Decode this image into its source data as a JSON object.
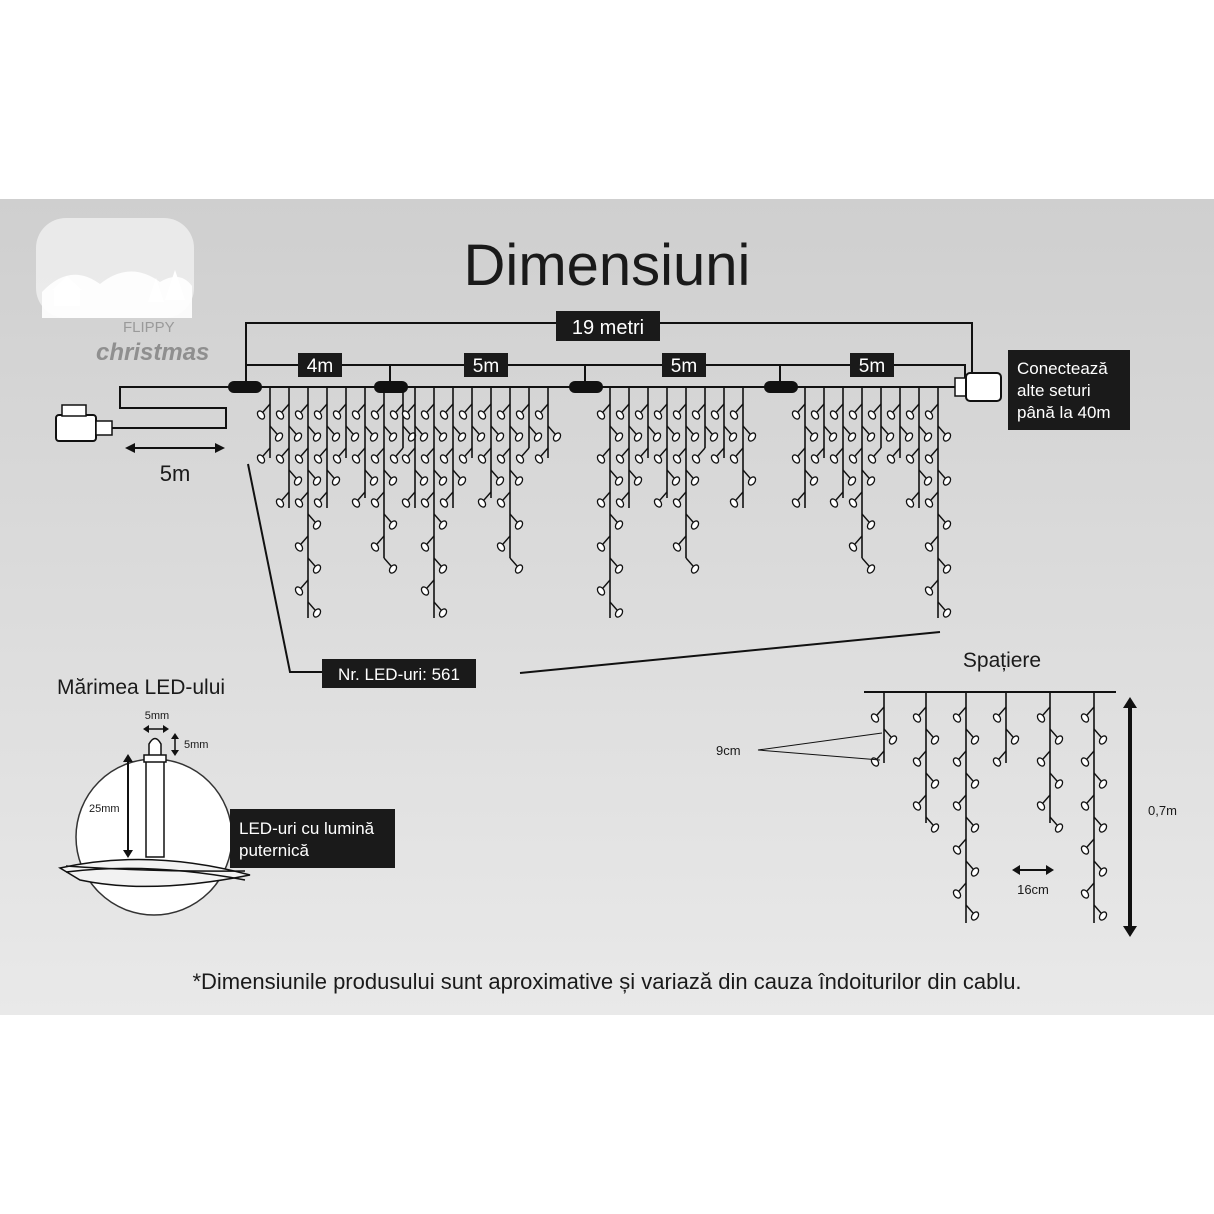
{
  "title": "Dimensiuni",
  "logo": {
    "line1": "FLIPPY",
    "line2": "christmas"
  },
  "total_length": "19 metri",
  "segments": [
    "4m",
    "5m",
    "5m",
    "5m"
  ],
  "connect_label": [
    "Conectează",
    "alte seturi",
    "până la 40m"
  ],
  "lead_cable": "5m",
  "led_count": "Nr. LED-uri: 561",
  "led_size": {
    "title": "Mărimea LED-ului",
    "width": "5mm",
    "cap": "5mm",
    "height": "25mm",
    "callout": [
      "LED-uri cu lumină",
      "puternică"
    ]
  },
  "spacing": {
    "title": "Spațiere",
    "vertical": "9cm",
    "horizontal": "16cm",
    "drop": "0,7m"
  },
  "footnote": "*Dimensiunile produsului sunt aproximative și variază din cauza îndoiturilor din cablu.",
  "colors": {
    "background": "#d8d8d8",
    "label_box": "#1a1a1a",
    "wire": "#111111"
  }
}
